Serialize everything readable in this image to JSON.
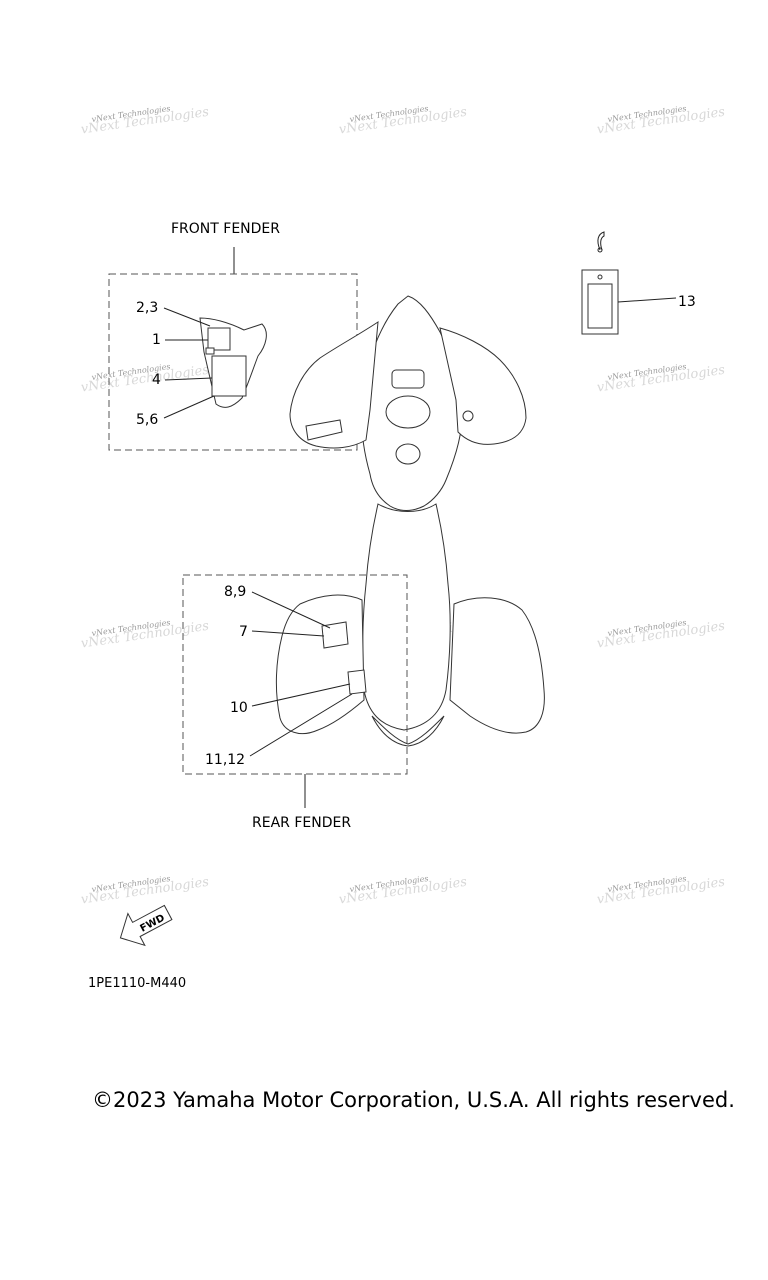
{
  "groups": {
    "front_fender": "FRONT FENDER",
    "rear_fender": "REAR FENDER"
  },
  "callouts": {
    "c_2_3": "2,3",
    "c_1": "1",
    "c_4": "4",
    "c_5_6": "5,6",
    "c_8_9": "8,9",
    "c_7": "7",
    "c_10": "10",
    "c_11_12": "11,12",
    "c_13": "13"
  },
  "fwd_arrow_label": "FWD",
  "diagram_code": "1PE1110-M440",
  "watermark": "vNext Technologies",
  "copyright": "©2023 Yamaha Motor Corporation, U.S.A. All rights reserved."
}
